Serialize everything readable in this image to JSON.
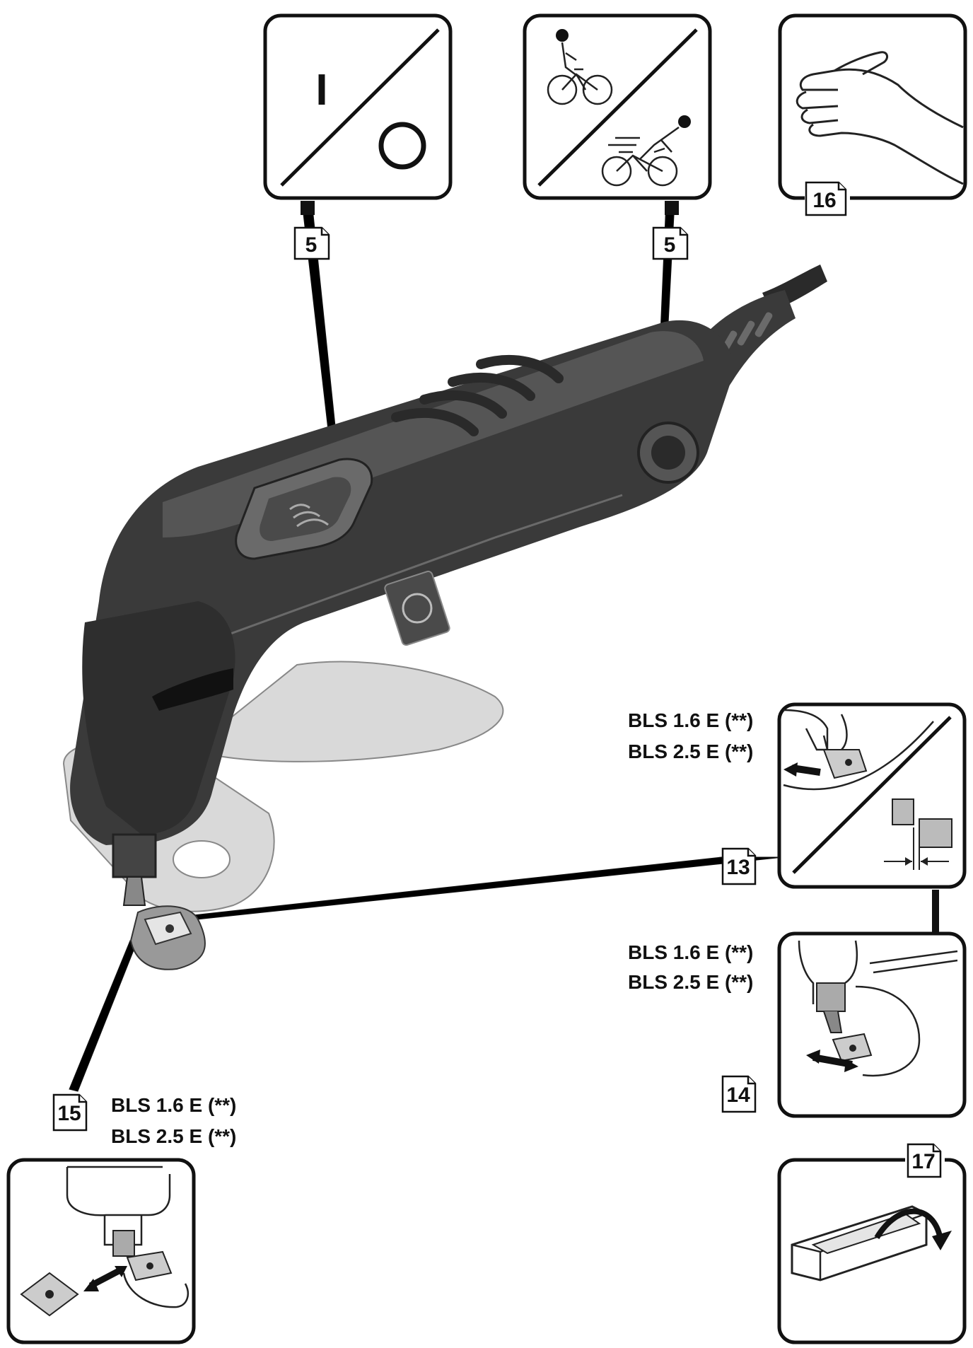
{
  "figure_refs": {
    "switch": "5",
    "speed": "5",
    "hand": "16",
    "adjust_gap": "13",
    "adjust_cutter": "14",
    "change_knives": "15",
    "storage": "17"
  },
  "switch_symbol": {
    "on": "I"
  },
  "model_labels": {
    "group_13": [
      "BLS 1.6 E (**)",
      "BLS 2.5 E (**)"
    ],
    "group_14": [
      "BLS 1.6 E (**)",
      "BLS 2.5 E (**)"
    ],
    "group_15": [
      "BLS 1.6 E (**)",
      "BLS 2.5 E (**)"
    ]
  },
  "icons": {
    "switch_panel": "on-off-switch-icon",
    "speed_panel": "cyclist-speed-icon",
    "hand_panel": "hand-grip-icon",
    "storage_panel": "case-lid-icon"
  },
  "colors": {
    "ink": "#111111",
    "tool_body": "#3a3a3a",
    "tool_highlight": "#6a6a6a",
    "shoe": "#d9d9d9"
  }
}
